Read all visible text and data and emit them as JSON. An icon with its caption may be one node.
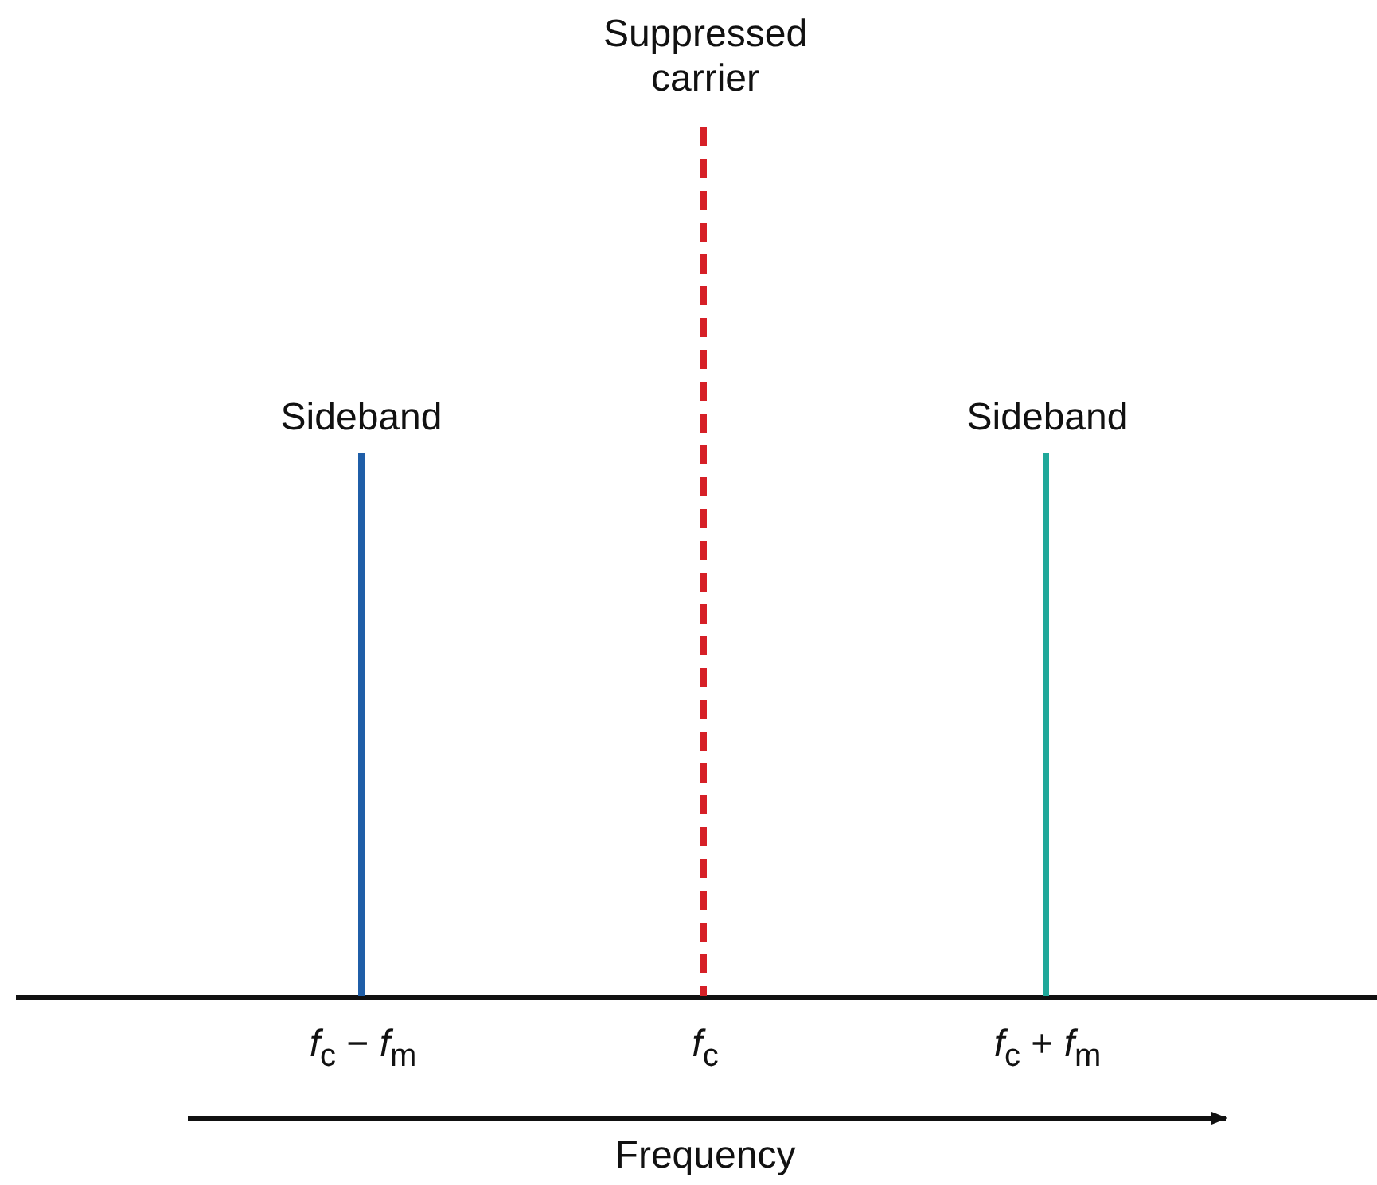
{
  "diagram": {
    "labels": [
      "Suppressed carrier",
      "Sideband",
      "Sideband",
      "*f*$_{c}$ − *f*$_{m}$",
      "*f*$_{c}$",
      "*f*$_{c}$ + *f*$_{m}$",
      "Frequency"
    ]
  }
}
